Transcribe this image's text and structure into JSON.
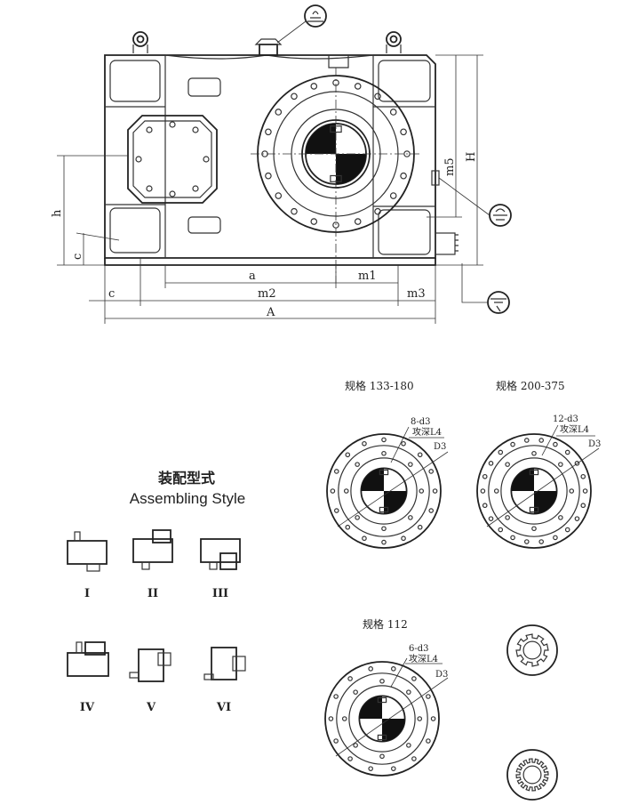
{
  "main_drawing": {
    "dims": {
      "a": "a",
      "m1": "m1",
      "m2": "m2",
      "m3": "m3",
      "A": "A",
      "c_bottom": "c",
      "c_left": "c",
      "h": "h",
      "m5": "m5",
      "H": "H"
    }
  },
  "assembly": {
    "title_cn": "装配型式",
    "title_en": "Assembling Style",
    "styles": [
      "I",
      "II",
      "III",
      "IV",
      "V",
      "VI"
    ]
  },
  "flanges": [
    {
      "spec": "规格 133-180",
      "holes": "8-d3",
      "depth": "攻深L4",
      "diameter": "D3"
    },
    {
      "spec": "规格 200-375",
      "holes": "12-d3",
      "depth": "攻深L4",
      "diameter": "D3"
    },
    {
      "spec": "规格 112",
      "holes": "6-d3",
      "depth": "攻深L4",
      "diameter": "D3"
    }
  ]
}
